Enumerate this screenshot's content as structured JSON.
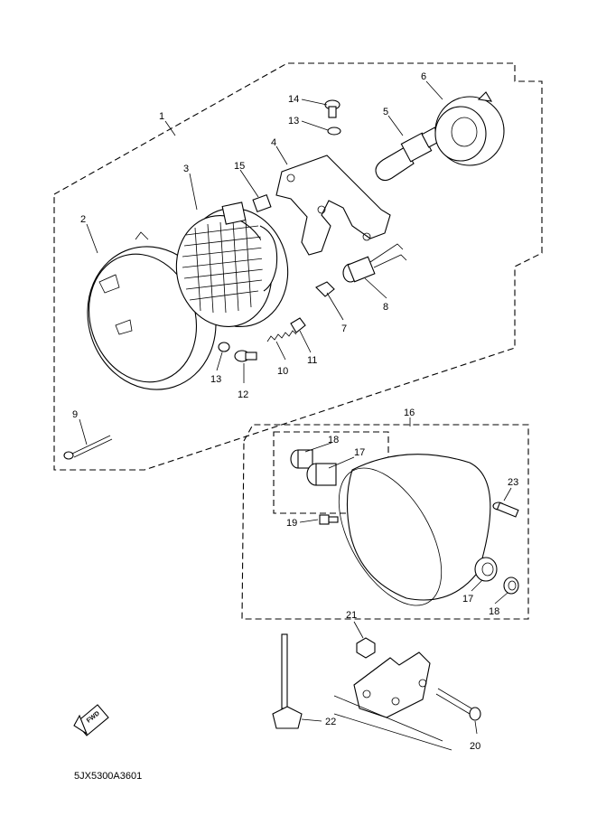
{
  "callouts": [
    {
      "id": "1",
      "label": "1"
    },
    {
      "id": "2",
      "label": "2"
    },
    {
      "id": "3",
      "label": "3"
    },
    {
      "id": "4",
      "label": "4"
    },
    {
      "id": "5",
      "label": "5"
    },
    {
      "id": "6",
      "label": "6"
    },
    {
      "id": "7",
      "label": "7"
    },
    {
      "id": "8",
      "label": "8"
    },
    {
      "id": "9",
      "label": "9"
    },
    {
      "id": "10",
      "label": "10"
    },
    {
      "id": "11",
      "label": "11"
    },
    {
      "id": "12",
      "label": "12"
    },
    {
      "id": "13a",
      "label": "13"
    },
    {
      "id": "13b",
      "label": "13"
    },
    {
      "id": "14",
      "label": "14"
    },
    {
      "id": "15",
      "label": "15"
    },
    {
      "id": "16",
      "label": "16"
    },
    {
      "id": "17a",
      "label": "17"
    },
    {
      "id": "17b",
      "label": "17"
    },
    {
      "id": "18a",
      "label": "18"
    },
    {
      "id": "18b",
      "label": "18"
    },
    {
      "id": "19",
      "label": "19"
    },
    {
      "id": "20",
      "label": "20"
    },
    {
      "id": "21",
      "label": "21"
    },
    {
      "id": "22",
      "label": "22"
    },
    {
      "id": "23",
      "label": "23"
    }
  ],
  "direction_badge": "FWD",
  "diagram_code": "5JX5300A3601"
}
